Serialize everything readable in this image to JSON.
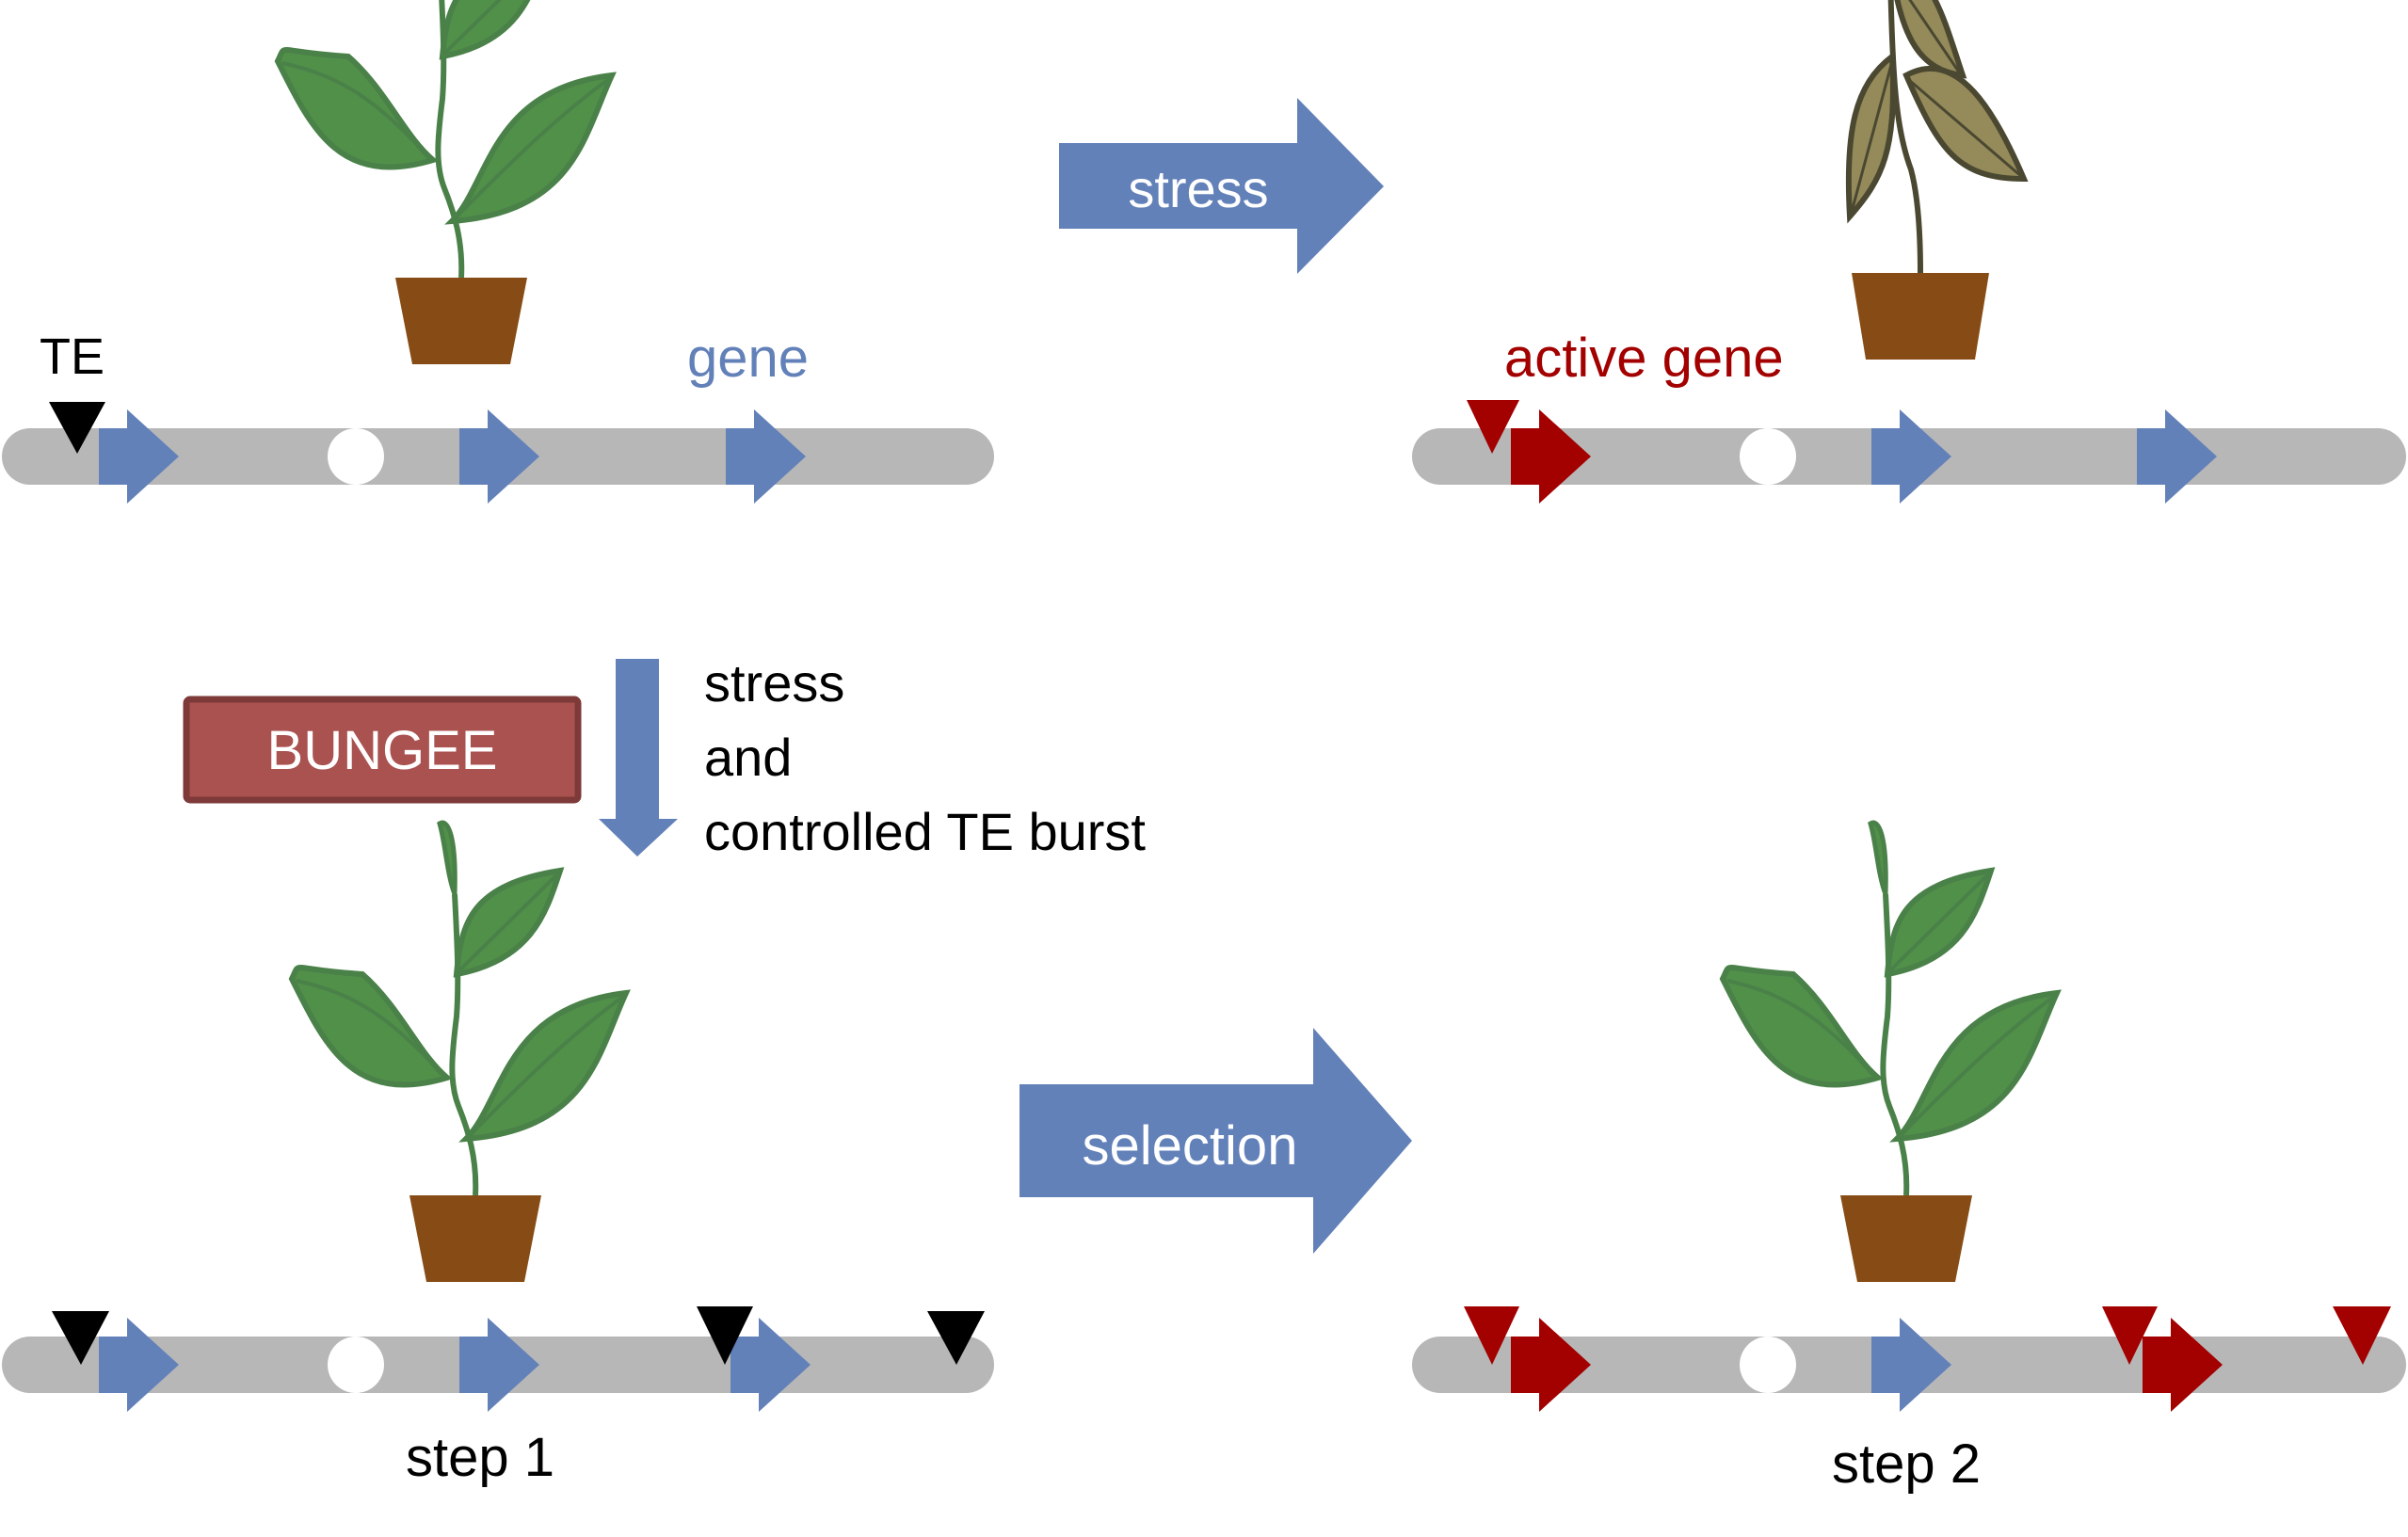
{
  "colors": {
    "chromosome": "#b7b7b7",
    "gene": "#6381b9",
    "active_gene": "#a30000",
    "te_inactive": "#000000",
    "te_active": "#a30000",
    "process_arrow": "#6381b9",
    "bungee_fill": "#aa5250",
    "bungee_border": "#7d3a38",
    "pot": "#874c15",
    "healthy_leaf": "#519049",
    "healthy_outline": "#4a8149",
    "stressed_leaf": "#948a5a",
    "stressed_outline": "#4b4832"
  },
  "panels": {
    "top_left": {
      "te_label": "TE",
      "gene_label": "gene",
      "plant_state": "healthy",
      "genes": [
        "inactive",
        "inactive",
        "inactive"
      ],
      "te_markers": [
        "inactive"
      ]
    },
    "top_right": {
      "active_gene_label": "active gene",
      "plant_state": "stressed",
      "genes": [
        "active",
        "inactive",
        "inactive"
      ],
      "te_markers": [
        "active"
      ]
    },
    "bottom_left": {
      "step_label": "step 1",
      "plant_state": "healthy",
      "genes": [
        "inactive",
        "inactive",
        "inactive"
      ],
      "te_markers": [
        "inactive",
        "inactive",
        "inactive"
      ]
    },
    "bottom_right": {
      "step_label": "step 2",
      "plant_state": "healthy",
      "genes": [
        "active",
        "inactive",
        "active"
      ],
      "te_markers": [
        "active",
        "active",
        "active"
      ]
    }
  },
  "arrows": {
    "stress": "stress",
    "selection": "selection",
    "down_text": [
      "stress",
      "and",
      "controlled TE burst"
    ]
  },
  "bungee_label": "BUNGEE"
}
